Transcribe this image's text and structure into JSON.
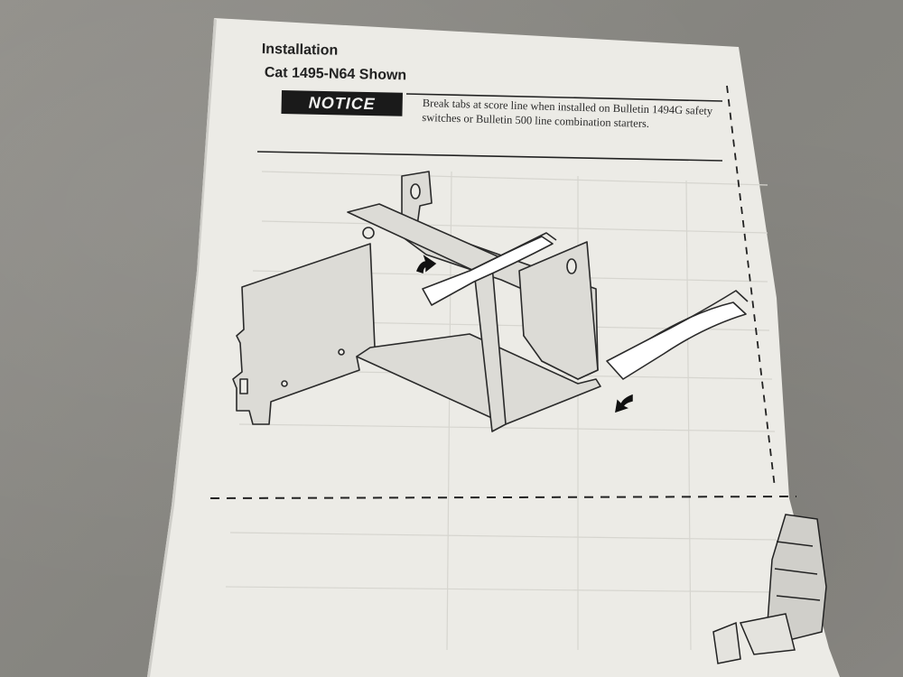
{
  "document": {
    "title": "Installation",
    "subtitle": "Cat 1495-N64 Shown",
    "notice": {
      "badge": "NOTICE",
      "text": "Break tabs at score line when installed on Bulletin 1494G safety switches or Bulletin 500 line combination starters."
    }
  },
  "colors": {
    "paper": "#ecebe6",
    "ink": "#1a1a1a",
    "background": "#8b8a86"
  }
}
